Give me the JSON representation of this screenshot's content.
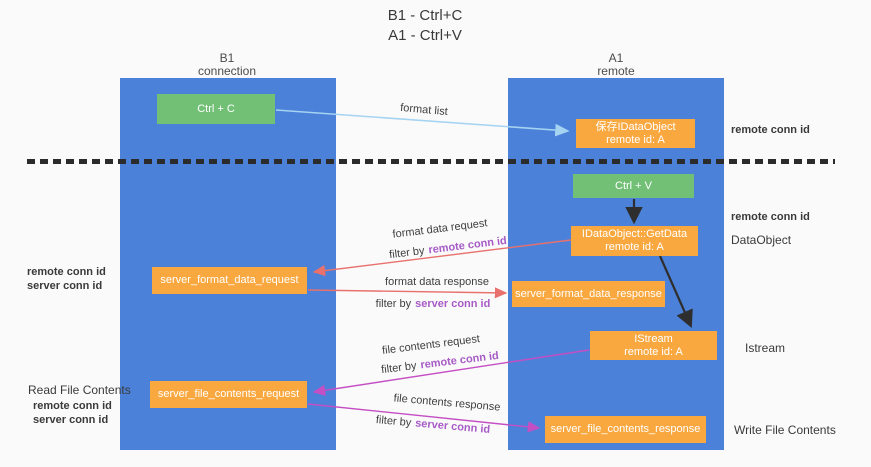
{
  "colors": {
    "lane_blue": "#4b81d8",
    "box_orange": "#f9a840",
    "box_green": "#72c076",
    "arrow_blue": "#a5d3f2",
    "arrow_red": "#e8716d",
    "arrow_magenta": "#c44fc4",
    "arrow_black": "#2e2e2e",
    "label_purple": "#a75bc6",
    "label_green": "#57b261"
  },
  "title": {
    "line1": "B1 - Ctrl+C",
    "line2": "A1 - Ctrl+V"
  },
  "lanes": {
    "left": {
      "name": "B1",
      "role": "connection"
    },
    "right": {
      "name": "A1",
      "role": "remote"
    }
  },
  "nodes": {
    "ctrl_c": {
      "label": "Ctrl + C"
    },
    "save_idataobject": {
      "line1": "保存IDataObject",
      "line2": "remote id: A"
    },
    "ctrl_v": {
      "label": "Ctrl + V"
    },
    "getdata": {
      "line1": "IDataObject::GetData",
      "line2": "remote id: A"
    },
    "format_request": {
      "label": "server_format_data_request"
    },
    "format_response": {
      "label": "server_format_data_response"
    },
    "istream": {
      "line1": "IStream",
      "line2": "remote id: A"
    },
    "file_request": {
      "label": "server_file_contents_request"
    },
    "file_response": {
      "label": "server_file_contents_response"
    }
  },
  "edge_labels": {
    "format_list": "format list",
    "format_data_request": "format data request",
    "format_data_response": "format data response",
    "file_contents_request": "file contents request",
    "file_contents_response": "file contents response",
    "filter_by": "filter by",
    "remote_conn_id": "remote conn id",
    "server_conn_id": "server conn id"
  },
  "side_labels": {
    "right_remote_conn_id_1": "remote conn id",
    "right_remote_conn_id_2": "remote conn id",
    "data_object": "DataObject",
    "istream": "Istream",
    "write_file_contents": "Write File Contents",
    "left_remote_conn_id_1": "remote conn id",
    "left_server_conn_id_1": "server conn id",
    "read_file_contents": "Read File Contents",
    "left_remote_conn_id_2": "remote conn id",
    "left_server_conn_id_2": "server conn id"
  }
}
